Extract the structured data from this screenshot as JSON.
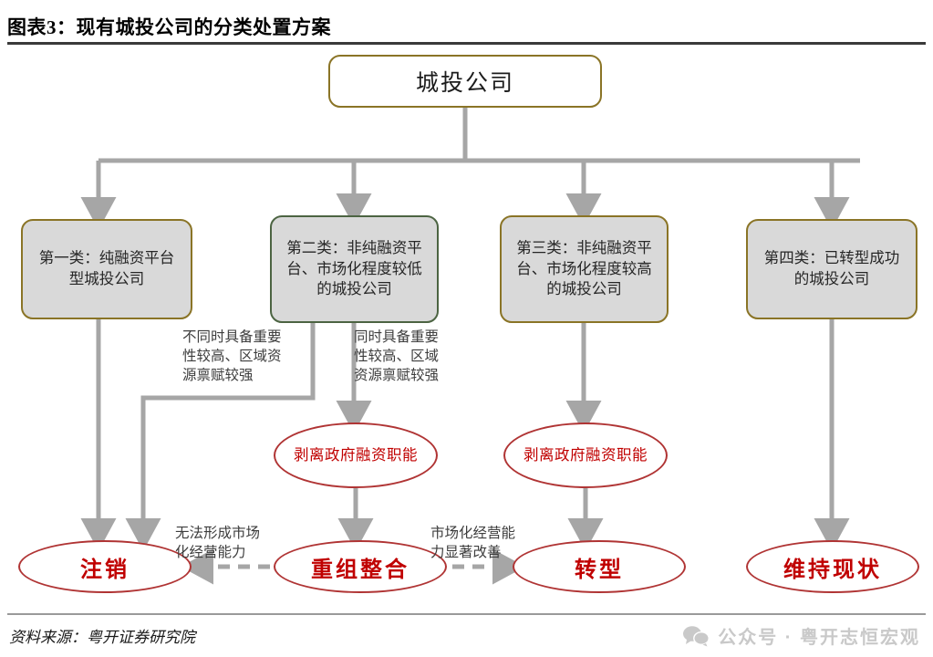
{
  "header": {
    "title": "图表3：现有城投公司的分类处置方案"
  },
  "footer": {
    "source": "资料来源：粤开证券研究院",
    "watermark": "公众号 · 粤开志恒宏观",
    "watermark_icon": "wechat-icon"
  },
  "diagram": {
    "type": "flowchart",
    "root": {
      "id": "root",
      "label": "城投公司",
      "border_color": "#8a7426",
      "fill_color": "#ffffff"
    },
    "categories": [
      {
        "id": "cat1",
        "label": "第一类：纯融资平台型城投公司",
        "border_color": "#8a7426",
        "fill_color": "#d9d9d9"
      },
      {
        "id": "cat2",
        "label": "第二类：非纯融资平台、市场化程度较低的城投公司",
        "border_color": "#4c6442",
        "fill_color": "#d9d9d9"
      },
      {
        "id": "cat3",
        "label": "第三类：非纯融资平台、市场化程度较高的城投公司",
        "border_color": "#8a7426",
        "fill_color": "#d9d9d9"
      },
      {
        "id": "cat4",
        "label": "第四类：已转型成功的城投公司",
        "border_color": "#8a7426",
        "fill_color": "#d9d9d9"
      }
    ],
    "mid_nodes": [
      {
        "id": "ell-sep2",
        "label": "剥离政府融资职能",
        "border_color": "#b03434",
        "text_color": "#c00000"
      },
      {
        "id": "ell-sep3",
        "label": "剥离政府融资职能",
        "border_color": "#b03434",
        "text_color": "#c00000"
      }
    ],
    "outcomes": [
      {
        "id": "ell-cancel",
        "label": "注销",
        "border_color": "#b03434",
        "text_color": "#c00000"
      },
      {
        "id": "ell-restructure",
        "label": "重组整合",
        "border_color": "#b03434",
        "text_color": "#c00000"
      },
      {
        "id": "ell-transform",
        "label": "转型",
        "border_color": "#b03434",
        "text_color": "#c00000"
      },
      {
        "id": "ell-status",
        "label": "维持现状",
        "border_color": "#b03434",
        "text_color": "#c00000"
      }
    ],
    "edge_labels": [
      {
        "id": "annot-a",
        "label": "不同时具备重要\n性较高、区域资\n源禀赋较强",
        "from": "cat2",
        "to": "ell-cancel"
      },
      {
        "id": "annot-b",
        "label": "同时具备重要\n性较高、区域\n资源禀赋较强",
        "from": "cat2",
        "to": "ell-sep2"
      },
      {
        "id": "annot-c",
        "label": "无法形成市场\n化经营能力",
        "from": "ell-restructure",
        "to": "ell-cancel"
      },
      {
        "id": "annot-d",
        "label": "市场化经营能\n力显著改善",
        "from": "ell-restructure",
        "to": "ell-transform"
      }
    ],
    "connector_color": "#a6a6a6",
    "dashed_connector_color": "#a6a6a6"
  }
}
